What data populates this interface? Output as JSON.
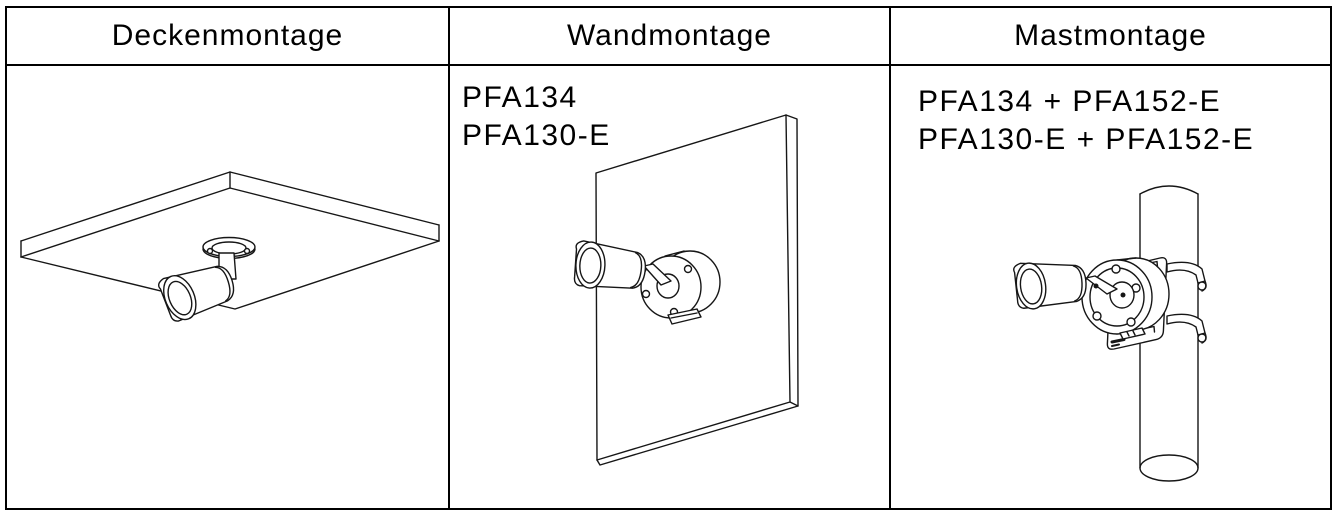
{
  "table": {
    "columns": [
      {
        "header": "Deckenmontage",
        "products": []
      },
      {
        "header": "Wandmontage",
        "products": [
          "PFA134",
          "PFA130-E"
        ]
      },
      {
        "header": "Mastmontage",
        "products": [
          "PFA134 + PFA152-E",
          "PFA130-E + PFA152-E"
        ]
      }
    ]
  },
  "colors": {
    "border": "#000000",
    "background": "#ffffff",
    "line_art": "#161616"
  }
}
